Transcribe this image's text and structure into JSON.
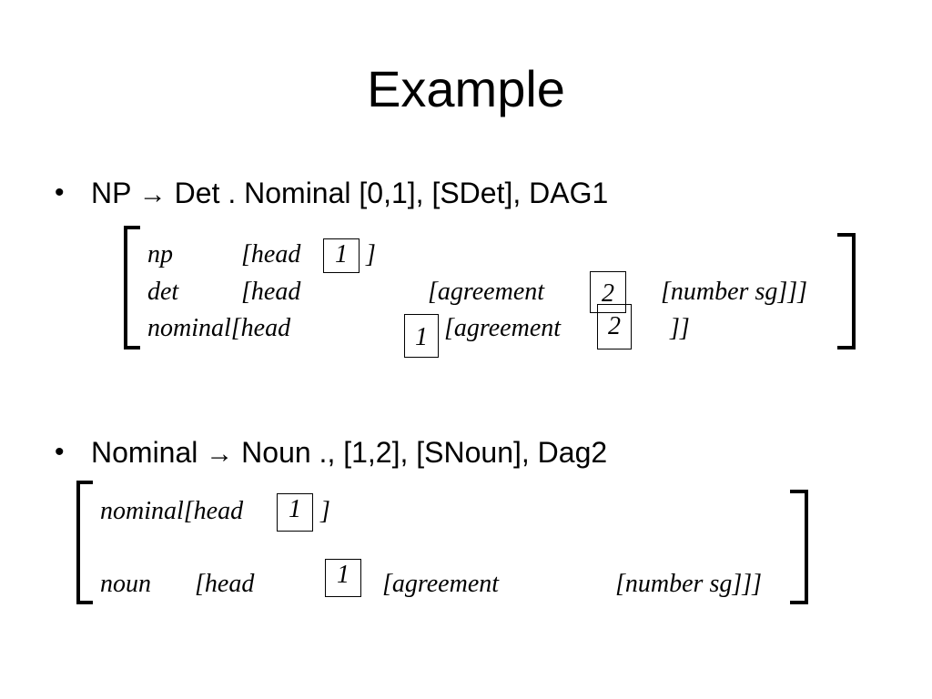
{
  "slide": {
    "title": "Example",
    "bullets": [
      {
        "marker": "•",
        "lhs": "NP",
        "arrow": "→",
        "rhs": "Det . Nominal [0,1], [SDet], DAG1",
        "dag": {
          "rows": [
            [
              "np",
              "[head",
              "]"
            ],
            [
              "det",
              "[head",
              "[agreement",
              "[number sg]]]"
            ],
            [
              "nominal[head",
              "[agreement",
              "]]"
            ]
          ],
          "tags": [
            "1",
            "2",
            "1",
            "2"
          ]
        }
      },
      {
        "marker": "•",
        "lhs": "Nominal",
        "arrow": "→",
        "rhs": "Noun ., [1,2], [SNoun], Dag2",
        "dag": {
          "rows": [
            [
              "nominal[head",
              "]"
            ],
            [
              "noun",
              "[head",
              "[agreement",
              "[number sg]]]"
            ]
          ],
          "tags": [
            "1",
            "1"
          ]
        }
      }
    ]
  }
}
